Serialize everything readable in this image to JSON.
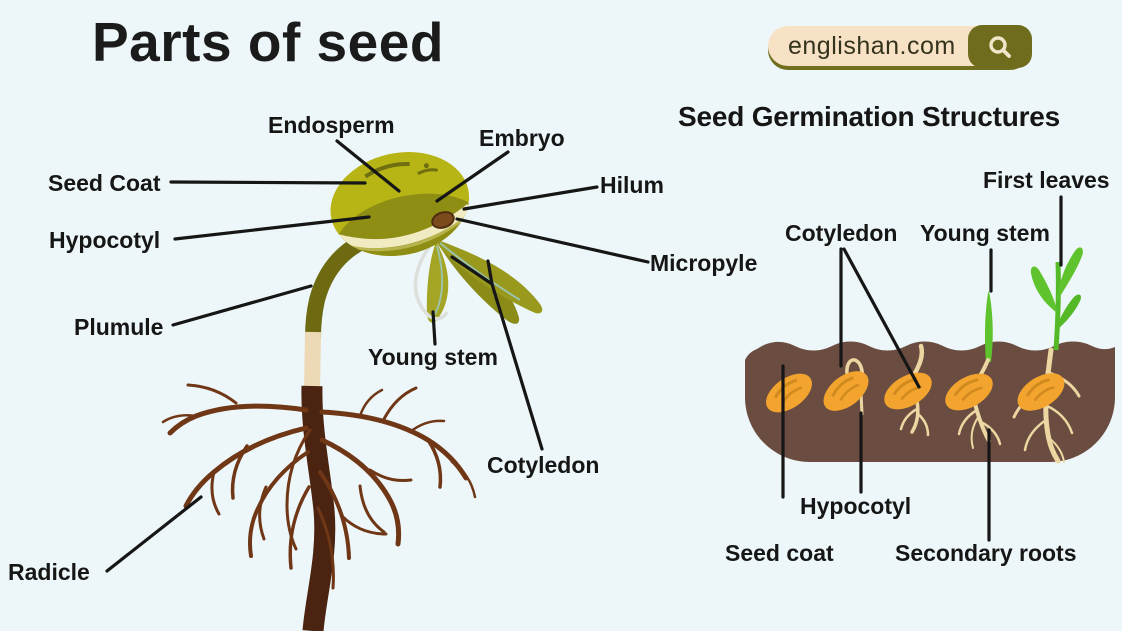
{
  "page": {
    "background_color": "#edf6f8"
  },
  "header": {
    "title": "Parts of seed",
    "brand": {
      "label": "englishan.com",
      "icon": "search-icon",
      "pill_color": "#f8e2c6",
      "button_color": "#6f6d1d",
      "text_color": "#33331c"
    }
  },
  "seed_parts_diagram": {
    "labels": [
      {
        "id": "endosperm",
        "text": "Endosperm"
      },
      {
        "id": "embryo",
        "text": "Embryo"
      },
      {
        "id": "seed-coat",
        "text": "Seed Coat"
      },
      {
        "id": "hilum",
        "text": "Hilum"
      },
      {
        "id": "hypocotyl",
        "text": "Hypocotyl"
      },
      {
        "id": "micropyle",
        "text": "Micropyle"
      },
      {
        "id": "plumule",
        "text": "Plumule"
      },
      {
        "id": "young-stem",
        "text": "Young stem"
      },
      {
        "id": "cotyledon",
        "text": "Cotyledon"
      },
      {
        "id": "radicle",
        "text": "Radicle"
      }
    ],
    "colors": {
      "seed_body": "#b7b415",
      "seed_shadow": "#8e8d14",
      "seed_highlight": "#f1ebc2",
      "hilum_spot": "#7b4a1d",
      "cotyledon_leaf": "#99991e",
      "stem_top": "#6d6a12",
      "stem_middle": "#eed9b6",
      "taproot": "#4a2410",
      "roots": "#6f3716"
    }
  },
  "germination_diagram": {
    "heading": "Seed Germination Structures",
    "labels": [
      {
        "id": "first-leaves",
        "text": "First leaves"
      },
      {
        "id": "cotyledon",
        "text": "Cotyledon"
      },
      {
        "id": "young-stem",
        "text": "Young stem"
      },
      {
        "id": "hypocotyl",
        "text": "Hypocotyl"
      },
      {
        "id": "seed-coat",
        "text": "Seed coat"
      },
      {
        "id": "secondary-roots",
        "text": "Secondary roots"
      }
    ],
    "stages_count": 5,
    "colors": {
      "soil": "#6b4c40",
      "seed": "#f3a42e",
      "seed_streak": "#d18a1e",
      "young_roots": "#ecd7a2",
      "shoot_green": "#5ec32d"
    }
  }
}
